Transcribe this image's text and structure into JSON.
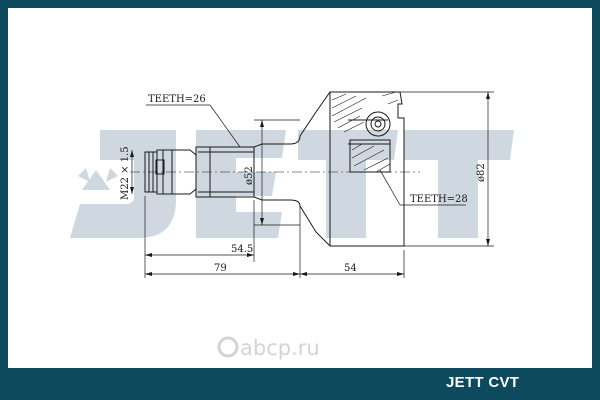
{
  "brand": {
    "watermark": "JETT",
    "product_label": "JETT CVT",
    "site_watermark": "abcp.ru"
  },
  "annotations": {
    "teeth_shaft": "TEETH=26",
    "teeth_housing": "TEETH=28",
    "thread": "M22 × 1.5",
    "shaft_diameter": "ø52",
    "housing_diameter": "ø82"
  },
  "dimensions": {
    "spline_length": "54.5",
    "shaft_length": "79",
    "housing_length": "54"
  },
  "colors": {
    "frame": "#0d4a5e",
    "watermark": "#cfd8e0",
    "line": "#1a1a1a"
  }
}
